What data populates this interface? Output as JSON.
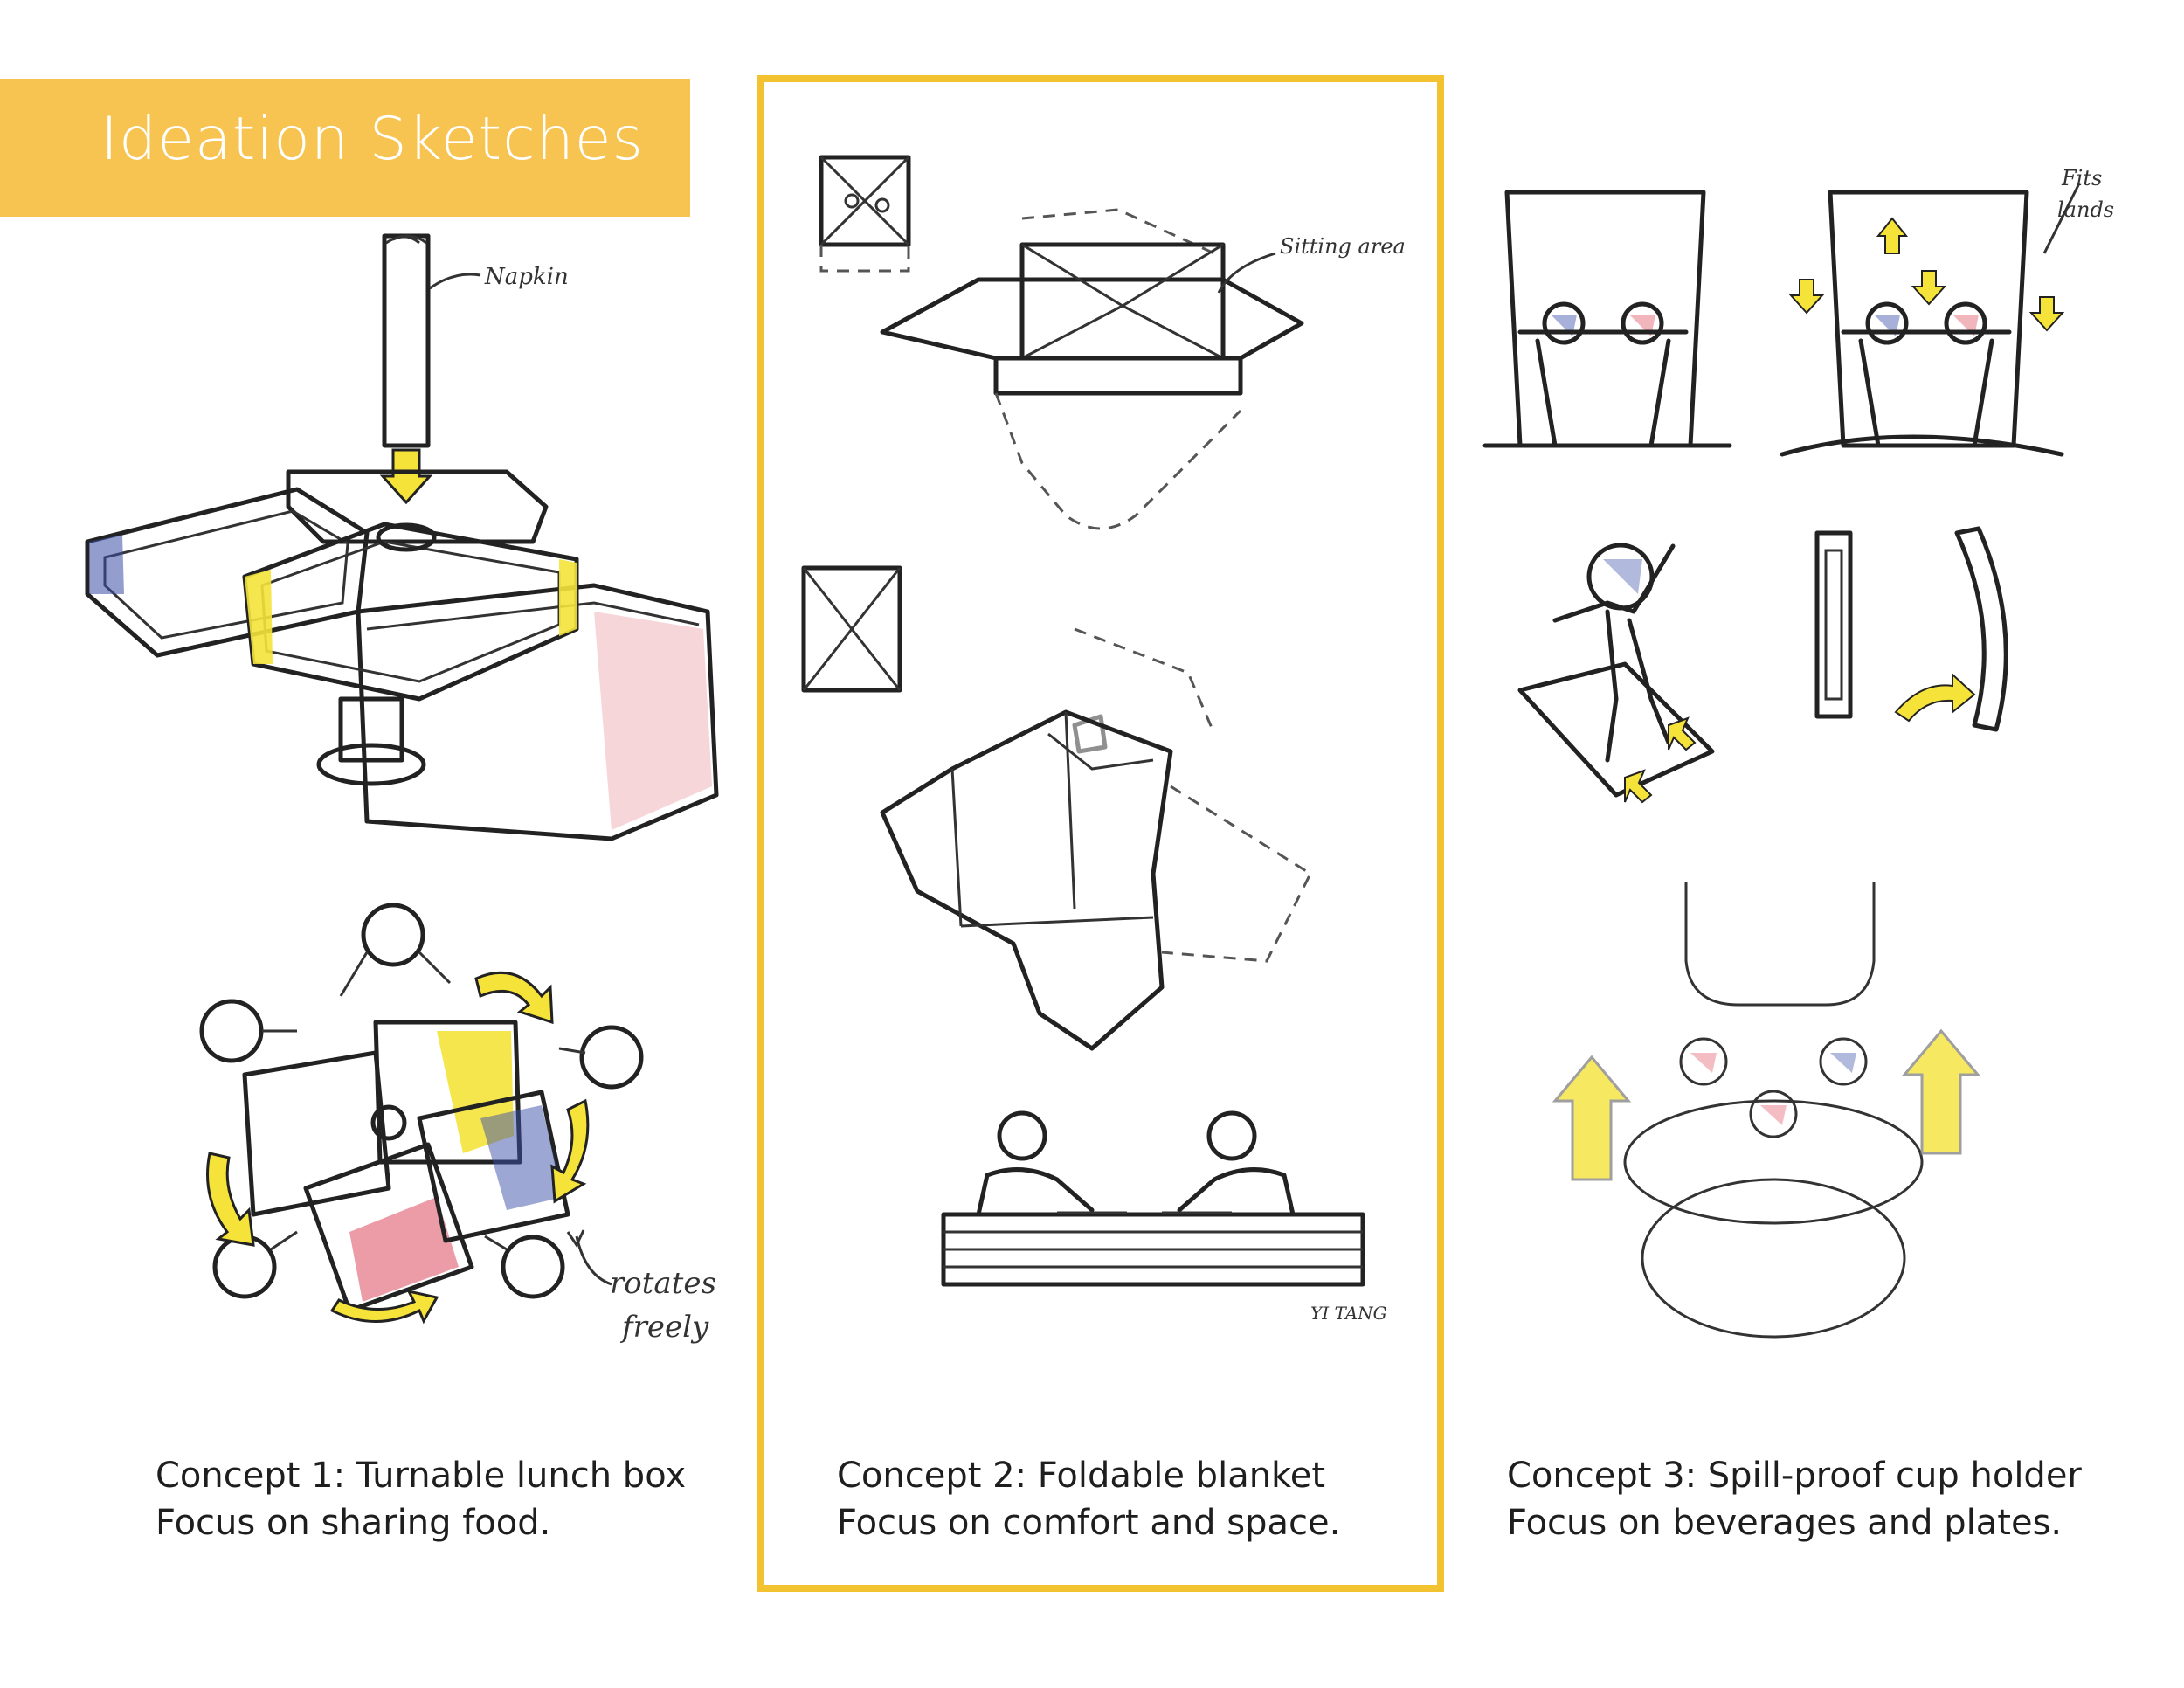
{
  "header": {
    "title": "Ideation Sketches"
  },
  "colors": {
    "accent": "#f7c451",
    "frame": "#f2c230",
    "sketch_yellow": "#f5e33a",
    "sketch_red": "#e05a6a",
    "sketch_blue": "#3b4fa8"
  },
  "concept1": {
    "annotations": {
      "napkin": "Napkin",
      "rotates": "rotates",
      "freely": "freely"
    },
    "caption": {
      "line1": "Concept 1: Turnable lunch box",
      "line2": "Focus on sharing food."
    }
  },
  "concept2": {
    "annotations": {
      "sitting_area": "Sitting area",
      "signature": "YI TANG"
    },
    "caption": {
      "line1": "Concept 2: Foldable blanket",
      "line2": "Focus on comfort and space."
    }
  },
  "concept3": {
    "annotations": {
      "fits": "Fits",
      "lands": "lands"
    },
    "caption": {
      "line1": "Concept 3: Spill-proof cup holder",
      "line2": "Focus on beverages and plates."
    }
  }
}
